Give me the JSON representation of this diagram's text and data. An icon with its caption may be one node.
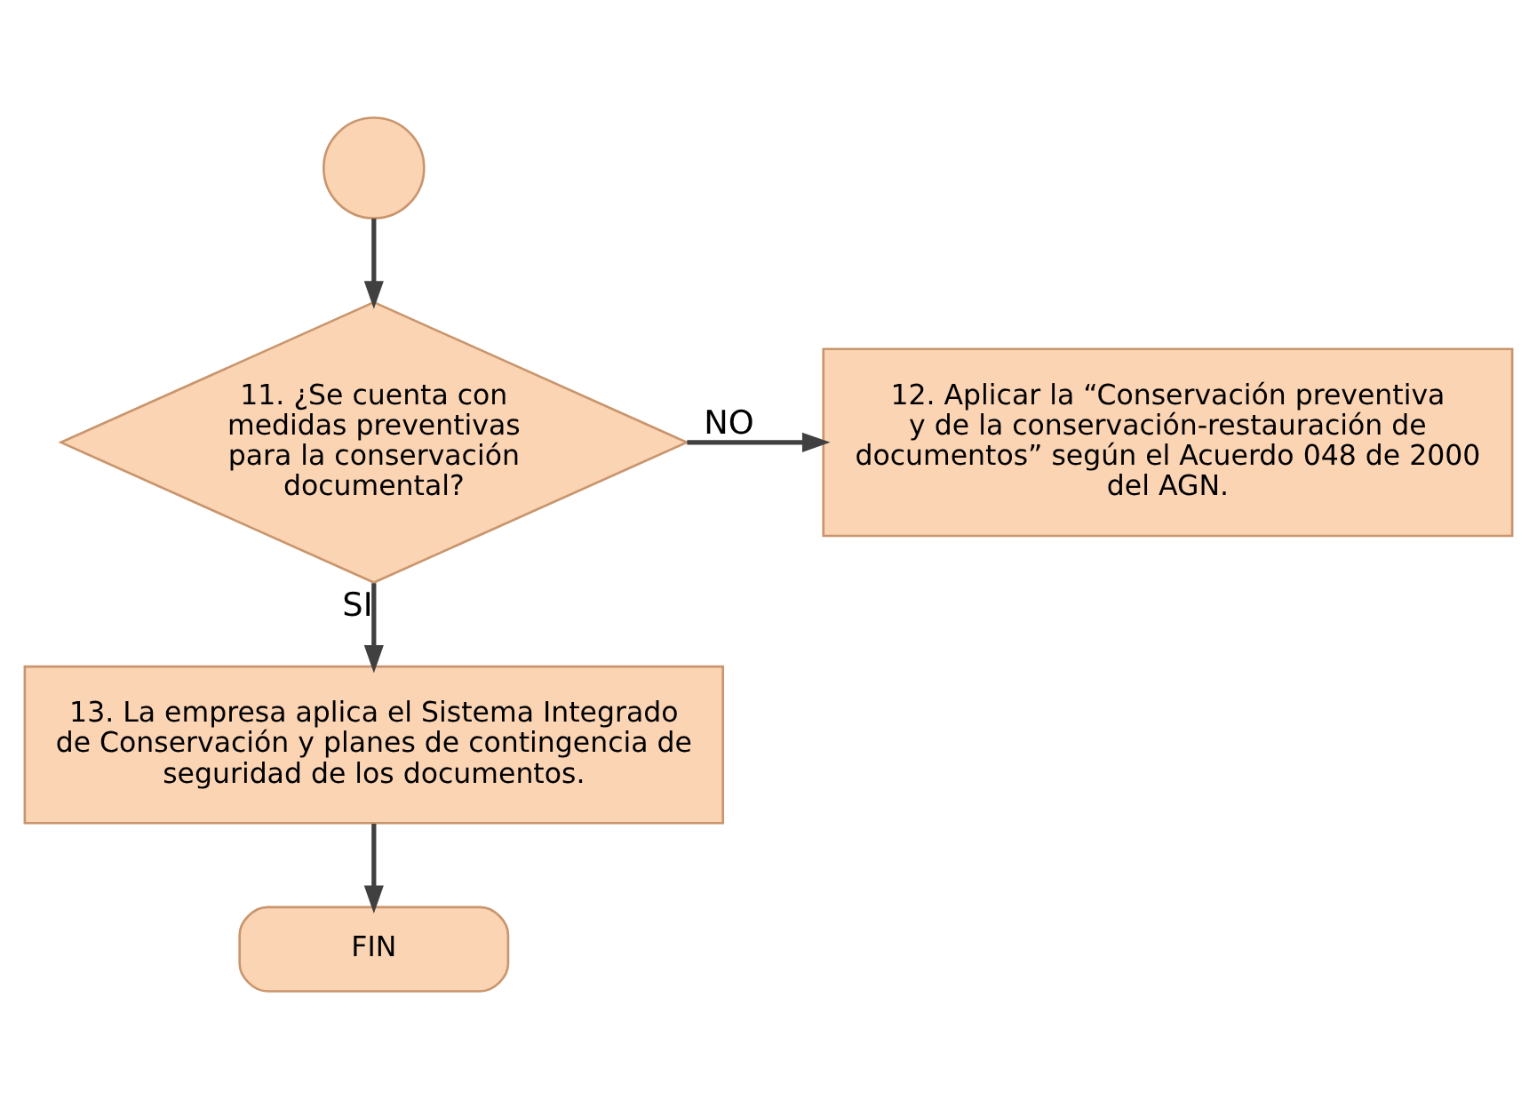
{
  "diagram": {
    "nodes": [
      {
        "text": [],
        "shape": "circle"
      },
      {
        "text": [
          "11. ¿Se cuenta con medidas preventivas para la conservación documental?"
        ]
      },
      {
        "text": [
          "12. Aplicar la “Conservación preventiva y de la conservación-restauración de documentos” según el Acuerdo 048 de 2000 del AGN."
        ]
      },
      {
        "text": [
          "13. La empresa aplica el Sistema Integrado de Conservación y planes de contingencia de seguridad de los documentos."
        ]
      },
      {
        "text": [
          "FIN"
        ]
      }
    ],
    "edges": [
      {
        "from": 0,
        "to": 1,
        "arrow": "to"
      },
      {
        "from": 1,
        "to": 2,
        "arrow": "to",
        "label": "NO"
      },
      {
        "from": 1,
        "to": 3,
        "arrow": "to",
        "label": "SI"
      },
      {
        "from": 3,
        "to": 4,
        "arrow": "to"
      }
    ]
  }
}
